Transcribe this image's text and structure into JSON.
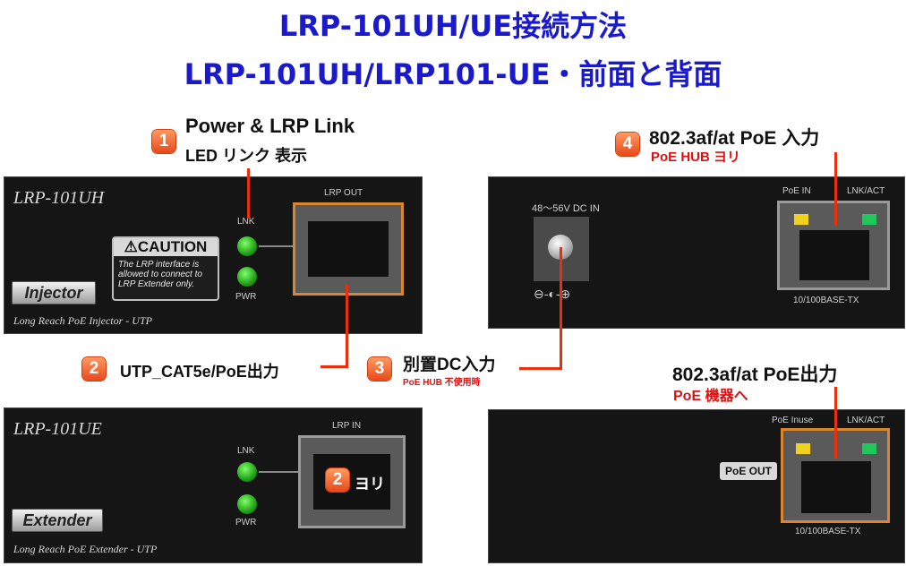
{
  "title_line1": "LRP-101UH/UE接続方法",
  "title_line2": "LRP-101UH/LRP101-UE・前面と背面",
  "callout1": {
    "number": "1",
    "line1": "Power  & LRP Link",
    "line2": "LED リンク 表示"
  },
  "callout2": {
    "number": "2",
    "text": "UTP_CAT5e/PoE出力"
  },
  "callout3": {
    "number": "3",
    "text": "別置DC入力",
    "sub": "PoE HUB 不使用時"
  },
  "callout4": {
    "number": "4",
    "text": "802.3af/at PoE 入力",
    "sub": "PoE HUB ヨリ"
  },
  "callout_out": {
    "text": "802.3af/at PoE出力",
    "sub": "PoE 機器へ"
  },
  "injector": {
    "model": "LRP-101UH",
    "port_label": "LRP OUT",
    "lnk": "LNK",
    "pwr": "PWR",
    "caution_title": "⚠CAUTION",
    "caution_text": "The LRP interface is allowed to connect to LRP Extender only.",
    "tag": "Injector",
    "footer": "Long Reach PoE Injector - UTP"
  },
  "extender": {
    "model": "LRP-101UE",
    "port_label": "LRP IN",
    "lnk": "LNK",
    "pwr": "PWR",
    "port_badge": "2",
    "port_badge_text": "ヨリ",
    "tag": "Extender",
    "footer": "Long Reach PoE Extender - UTP"
  },
  "injector_rear": {
    "dc_label": "48～56V  DC IN",
    "polarity": "⊖-◐-⊕",
    "poe_in": "PoE IN",
    "lnk_act": "LNK/ACT",
    "port_type": "10/100BASE-TX"
  },
  "extender_rear": {
    "poe_inuse": "PoE Inuse",
    "lnk_act": "LNK/ACT",
    "poe_out": "PoE OUT",
    "port_type": "10/100BASE-TX"
  },
  "colors": {
    "title": "#1a1acc",
    "callout_line": "#e8300c",
    "port_frame": "#d9862e",
    "led_green": "#22a016"
  }
}
